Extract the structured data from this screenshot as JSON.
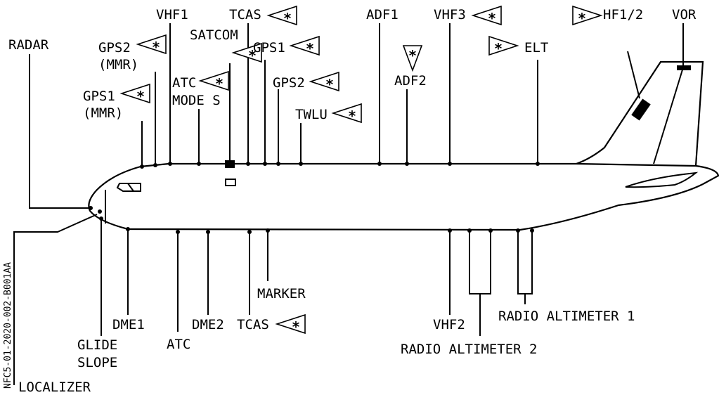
{
  "diagram": {
    "side_code": "NFC5-01-2020-002-B001AA",
    "note_symbol": "*",
    "antennas_top": [
      {
        "id": "radar",
        "lines": [
          "RADAR"
        ]
      },
      {
        "id": "gps2-mmr",
        "lines": [
          "GPS2",
          "(MMR)"
        ]
      },
      {
        "id": "gps1-mmr",
        "lines": [
          "GPS1",
          "(MMR)"
        ]
      },
      {
        "id": "vhf1",
        "lines": [
          "VHF1"
        ]
      },
      {
        "id": "atc-mode-s",
        "lines": [
          "ATC",
          "MODE S"
        ]
      },
      {
        "id": "tcas-top",
        "lines": [
          "TCAS"
        ]
      },
      {
        "id": "satcom",
        "lines": [
          "SATCOM"
        ]
      },
      {
        "id": "gps1",
        "lines": [
          "GPS1"
        ]
      },
      {
        "id": "gps2",
        "lines": [
          "GPS2"
        ]
      },
      {
        "id": "twlu",
        "lines": [
          "TWLU"
        ]
      },
      {
        "id": "adf1",
        "lines": [
          "ADF1"
        ]
      },
      {
        "id": "adf2",
        "lines": [
          "ADF2"
        ]
      },
      {
        "id": "vhf3",
        "lines": [
          "VHF3"
        ]
      },
      {
        "id": "elt",
        "lines": [
          "ELT"
        ]
      },
      {
        "id": "hf12",
        "lines": [
          "HF1/2"
        ]
      },
      {
        "id": "vor",
        "lines": [
          "VOR"
        ]
      }
    ],
    "antennas_bottom": [
      {
        "id": "localizer",
        "lines": [
          "LOCALIZER"
        ]
      },
      {
        "id": "glide-slope",
        "lines": [
          "GLIDE",
          "SLOPE"
        ]
      },
      {
        "id": "dme1",
        "lines": [
          "DME1"
        ]
      },
      {
        "id": "atc-bottom",
        "lines": [
          "ATC"
        ]
      },
      {
        "id": "dme2",
        "lines": [
          "DME2"
        ]
      },
      {
        "id": "tcas-bottom",
        "lines": [
          "TCAS"
        ]
      },
      {
        "id": "marker",
        "lines": [
          "MARKER"
        ]
      },
      {
        "id": "vhf2",
        "lines": [
          "VHF2"
        ]
      },
      {
        "id": "radio-altimeter-2",
        "lines": [
          "RADIO ALTIMETER 2"
        ]
      },
      {
        "id": "radio-altimeter-1",
        "lines": [
          "RADIO ALTIMETER 1"
        ]
      }
    ]
  }
}
